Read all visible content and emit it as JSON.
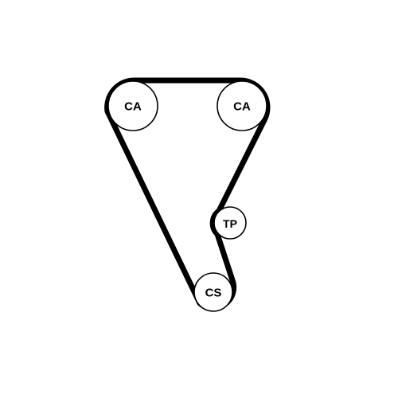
{
  "diagram": {
    "pulleys": {
      "camshaft_left": {
        "label": "CA"
      },
      "camshaft_right": {
        "label": "CA"
      },
      "tensioner": {
        "label": "TP"
      },
      "crankshaft": {
        "label": "CS"
      }
    },
    "colors": {
      "belt": "#000000",
      "pulley_outline": "#000000",
      "background": "#ffffff"
    }
  }
}
